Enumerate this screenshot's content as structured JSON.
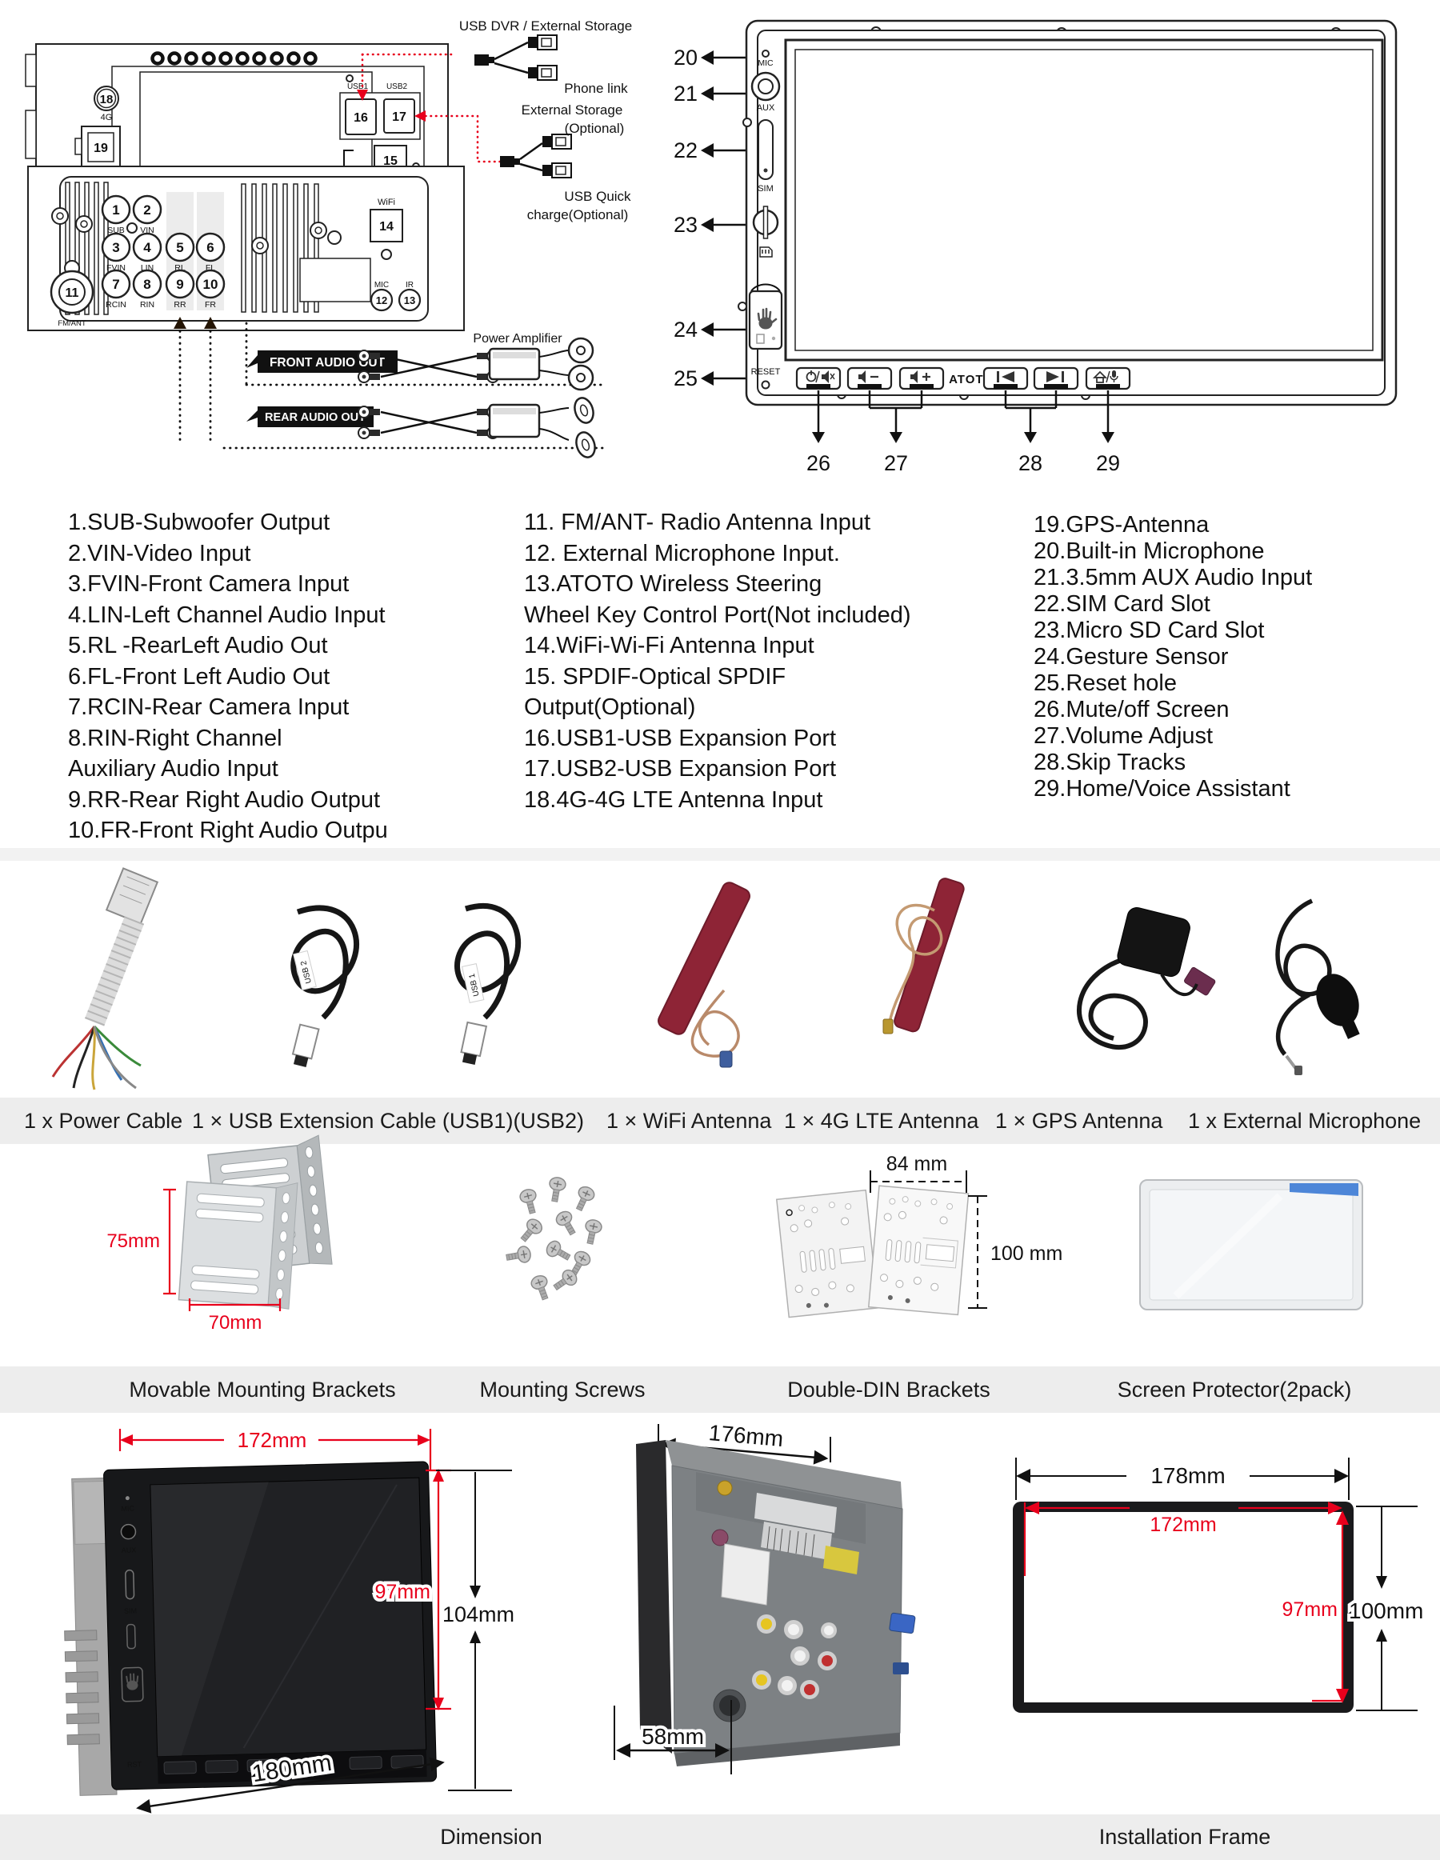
{
  "rear": {
    "ext": {
      "usb_dvr": "USB DVR / External Storage",
      "phone_link": "Phone link",
      "storage1": "External Storage",
      "storage2": "(Optional)",
      "quick1": "USB Quick",
      "quick2": "charge(Optional)"
    },
    "audio": {
      "front": "FRONT AUDIO OUT",
      "rear": "REAR AUDIO OUT",
      "amp": "Power Amplifier"
    },
    "ports": [
      {
        "n": "1",
        "label": "SUB"
      },
      {
        "n": "2",
        "label": "VIN"
      },
      {
        "n": "3",
        "label": "FVIN"
      },
      {
        "n": "4",
        "label": "LIN"
      },
      {
        "n": "5",
        "label": "RL"
      },
      {
        "n": "6",
        "label": "FL"
      },
      {
        "n": "7",
        "label": "RCIN"
      },
      {
        "n": "8",
        "label": "RIN"
      },
      {
        "n": "9",
        "label": "RR"
      },
      {
        "n": "10",
        "label": "FR"
      }
    ],
    "fm": {
      "n": "11",
      "label": "FM/ANT"
    },
    "mic": {
      "n": "12",
      "label": "MIC"
    },
    "ir": {
      "n": "13",
      "label": "IR"
    },
    "wifi": {
      "n": "14",
      "label": "WiFi"
    },
    "spdif": {
      "n": "15",
      "label": "SPDIF"
    },
    "usb1": {
      "n": "16",
      "label": "USB1"
    },
    "usb2": {
      "n": "17",
      "label": "USB2"
    },
    "g4": {
      "n": "18",
      "label": "4G"
    },
    "gps": {
      "n": "19",
      "label": "GPS"
    }
  },
  "front": {
    "callouts": [
      "20",
      "21",
      "22",
      "23",
      "24",
      "25"
    ],
    "bottom_callouts": [
      "26",
      "27",
      "28",
      "29"
    ],
    "labels": {
      "mic": "MIC",
      "aux": "AUX",
      "sim": "SIM",
      "reset": "RESET"
    },
    "brand": "ATOTO"
  },
  "legend": {
    "col1": [
      "1.SUB-Subwoofer Output",
      "2.VIN-Video Input",
      "3.FVIN-Front Camera Input",
      "4.LIN-Left Channel Audio Input",
      "5.RL -RearLeft Audio Out",
      "6.FL-Front Left Audio Out",
      "7.RCIN-Rear Camera Input",
      "8.RIN-Right Channel",
      "Auxiliary Audio Input",
      "9.RR-Rear Right Audio Output",
      "10.FR-Front Right Audio Outpu"
    ],
    "col2": [
      "11. FM/ANT- Radio Antenna Input",
      "12. External Microphone Input.",
      "13.ATOTO Wireless Steering",
      "Wheel Key Control Port(Not included)",
      "14.WiFi-Wi-Fi Antenna Input",
      "15. SPDIF-Optical SPDIF",
      "Output(Optional)",
      "16.USB1-USB Expansion Port",
      "17.USB2-USB Expansion Port",
      "18.4G-4G LTE Antenna Input"
    ],
    "col3": [
      "19.GPS-Antenna",
      "20.Built-in Microphone",
      "21.3.5mm AUX Audio Input",
      "22.SIM Card Slot",
      "23.Micro SD Card Slot",
      "24.Gesture Sensor",
      "25.Reset hole",
      "26.Mute/off Screen",
      "27.Volume Adjust",
      "28.Skip Tracks",
      "29.Home/Voice Assistant"
    ]
  },
  "accessories": {
    "items": [
      "1 x Power Cable",
      "1 × USB Extension Cable (USB1)(USB2)",
      "1 × WiFi Antenna",
      "1 × 4G LTE Antenna",
      "1 × GPS Antenna",
      "1 x External Microphone"
    ],
    "usb_tag_2": "USB 2",
    "usb_tag_1": "USB 1"
  },
  "hardware": {
    "captions": [
      "Movable Mounting Brackets",
      "Mounting Screws",
      "Double-DIN Brackets",
      "Screen Protector(2pack)"
    ],
    "bracket_h": "75mm",
    "bracket_w": "70mm",
    "din_w": "84 mm",
    "din_h": "100 mm"
  },
  "photos": {
    "dim_caption": "Dimension",
    "frame_caption": "Installation Frame",
    "d_top": "172mm",
    "d_inner": "97mm",
    "d_outer": "104mm",
    "d_bottom": "180mm",
    "r_top": "176mm",
    "r_bottom": "58mm",
    "f_outer_w": "178mm",
    "f_inner_w": "172mm",
    "f_inner_h": "97mm",
    "f_outer_h": "100mm",
    "unit_side": [
      "MIC",
      "AUX",
      "SIM",
      "RST"
    ],
    "unit_brand": "ATOTO"
  },
  "icons": {
    "buttons": [
      "power-mute",
      "volume-down",
      "volume-up",
      "previous-track",
      "next-track",
      "home-voice"
    ],
    "other": [
      "gesture-hand",
      "micro-sd-card",
      "sim-slot",
      "reset-hole",
      "built-in-mic",
      "aux-jack"
    ]
  },
  "colors": {
    "accent_red": "#e8001c",
    "band_gray": "#ededed",
    "antenna_red": "#8e2436"
  }
}
